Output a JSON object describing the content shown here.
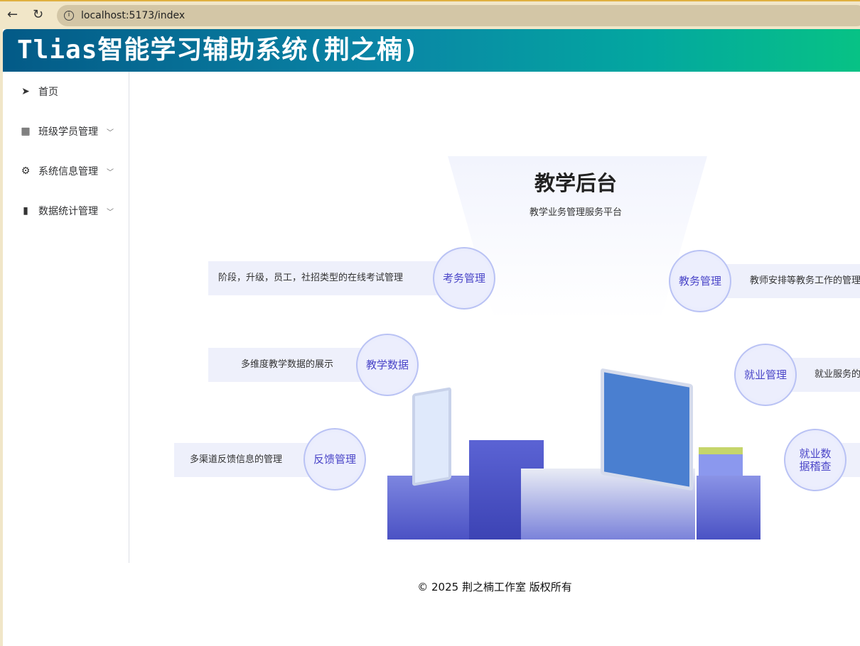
{
  "browser": {
    "url": "localhost:5173/index"
  },
  "header": {
    "title": "Tlias智能学习辅助系统(荆之楠)"
  },
  "sidebar": {
    "items": [
      {
        "label": "首页",
        "icon": "paper-plane-icon"
      },
      {
        "label": "班级学员管理",
        "icon": "grid-icon"
      },
      {
        "label": "系统信息管理",
        "icon": "gear-icon"
      },
      {
        "label": "数据统计管理",
        "icon": "bar-chart-icon"
      }
    ]
  },
  "banner": {
    "title": "教学后台",
    "subtitle": "教学业务管理服务平台",
    "modules": [
      {
        "name": "考务管理",
        "desc": "阶段，升级，员工，社招类型的在线考试管理"
      },
      {
        "name": "教学数据",
        "desc": "多维度教学数据的展示"
      },
      {
        "name": "反馈管理",
        "desc": "多渠道反馈信息的管理"
      },
      {
        "name": "教务管理",
        "desc": "教师安排等教务工作的管理"
      },
      {
        "name": "就业管理",
        "desc": "就业服务的"
      },
      {
        "name": "就业数据稽查",
        "desc": ""
      }
    ]
  },
  "footer": {
    "text": "© 2025 荆之楠工作室 版权所有"
  }
}
